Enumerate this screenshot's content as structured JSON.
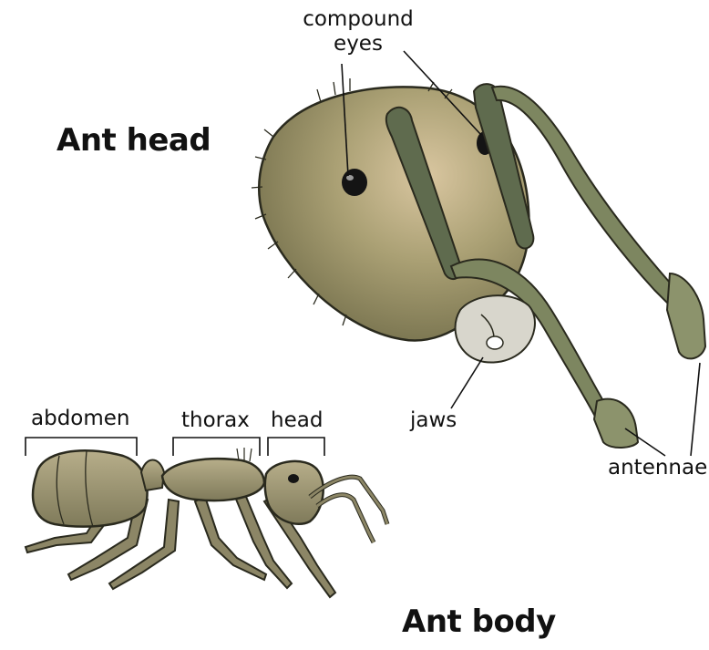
{
  "titles": {
    "head": "Ant head",
    "body": "Ant body"
  },
  "labels": {
    "compound_eyes_line1": "compound",
    "compound_eyes_line2": "eyes",
    "jaws": "jaws",
    "antennae": "antennae",
    "abdomen": "abdomen",
    "thorax": "thorax",
    "head": "head"
  },
  "colors": {
    "head_base": "#8e8a5e",
    "head_highlight": "#c9b892",
    "ant_body": "#9c9472",
    "outline": "#2a2a1e",
    "jaw": "#d8d6cc"
  }
}
